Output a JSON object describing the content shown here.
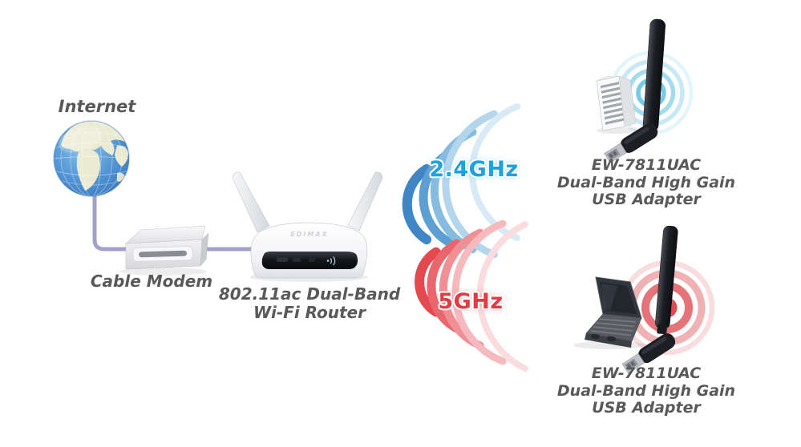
{
  "diagram": {
    "internet": {
      "label": "Internet"
    },
    "modem": {
      "label": "Cable Modem"
    },
    "router": {
      "brand": "EDIMAX",
      "label_line1": "802.11ac Dual-Band",
      "label_line2": "Wi-Fi Router"
    },
    "bands": {
      "b24": {
        "label": "2.4GHz",
        "text_color": "#1da2dd",
        "wave_colors": [
          "#3e86c6",
          "#5c9fd3",
          "#86bce1",
          "#b3d6ec",
          "#d8eaf6"
        ]
      },
      "b5": {
        "label": "5GHz",
        "text_color": "#e13b43",
        "wave_colors": [
          "#e64850",
          "#ea666d",
          "#f08f94",
          "#f6b9bd",
          "#fbdcde"
        ]
      }
    },
    "adapters": {
      "desktop": {
        "host": "desktop-pc",
        "model": "EW-7811UAC",
        "desc_line1": "Dual-Band High Gain",
        "desc_line2": "USB Adapter",
        "ripple_color": "#54bee1"
      },
      "laptop": {
        "host": "laptop",
        "model": "EW-7811UAC",
        "desc_line1": "Dual-Band High Gain",
        "desc_line2": "USB Adapter",
        "ripple_color": "#df4b50"
      }
    },
    "cable_color": "#a3a1c9",
    "label_color": "#58595b"
  }
}
